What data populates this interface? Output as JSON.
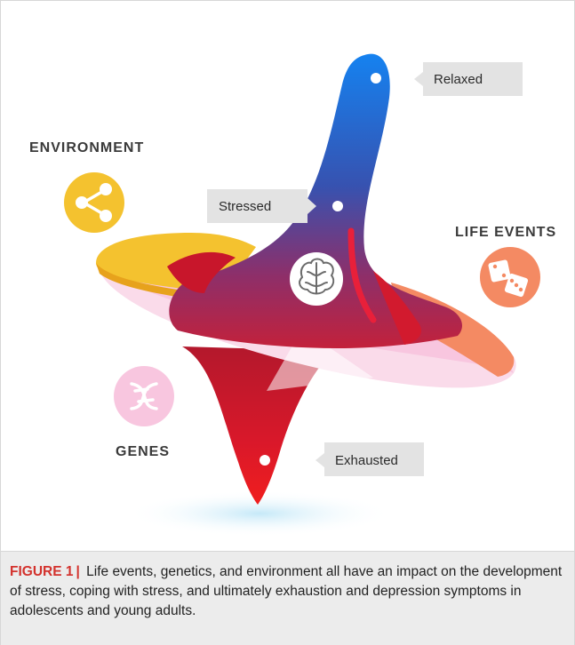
{
  "figure": {
    "factors": {
      "environment": "ENVIRONMENT",
      "life_events": "LIFE EVENTS",
      "genes": "GENES"
    },
    "states": {
      "relaxed": "Relaxed",
      "stressed": "Stressed",
      "exhausted": "Exhausted"
    },
    "icons": {
      "environment": "share-icon",
      "life_events": "dice-icon",
      "genes": "dna-icon",
      "center": "brain-icon"
    },
    "colors": {
      "environment": "#f4c22f",
      "life_events": "#f48a63",
      "genes": "#f8c6df",
      "top_blue": "#1477e8",
      "body_red": "#d4192c",
      "label_box": "#e3e3e3"
    }
  },
  "caption": {
    "label": "FIGURE 1",
    "separator": "|",
    "text": "Life events, genetics, and environment all have an impact on the development of stress, coping with stress, and ultimately exhaustion and depression symptoms in adolescents and young adults."
  }
}
